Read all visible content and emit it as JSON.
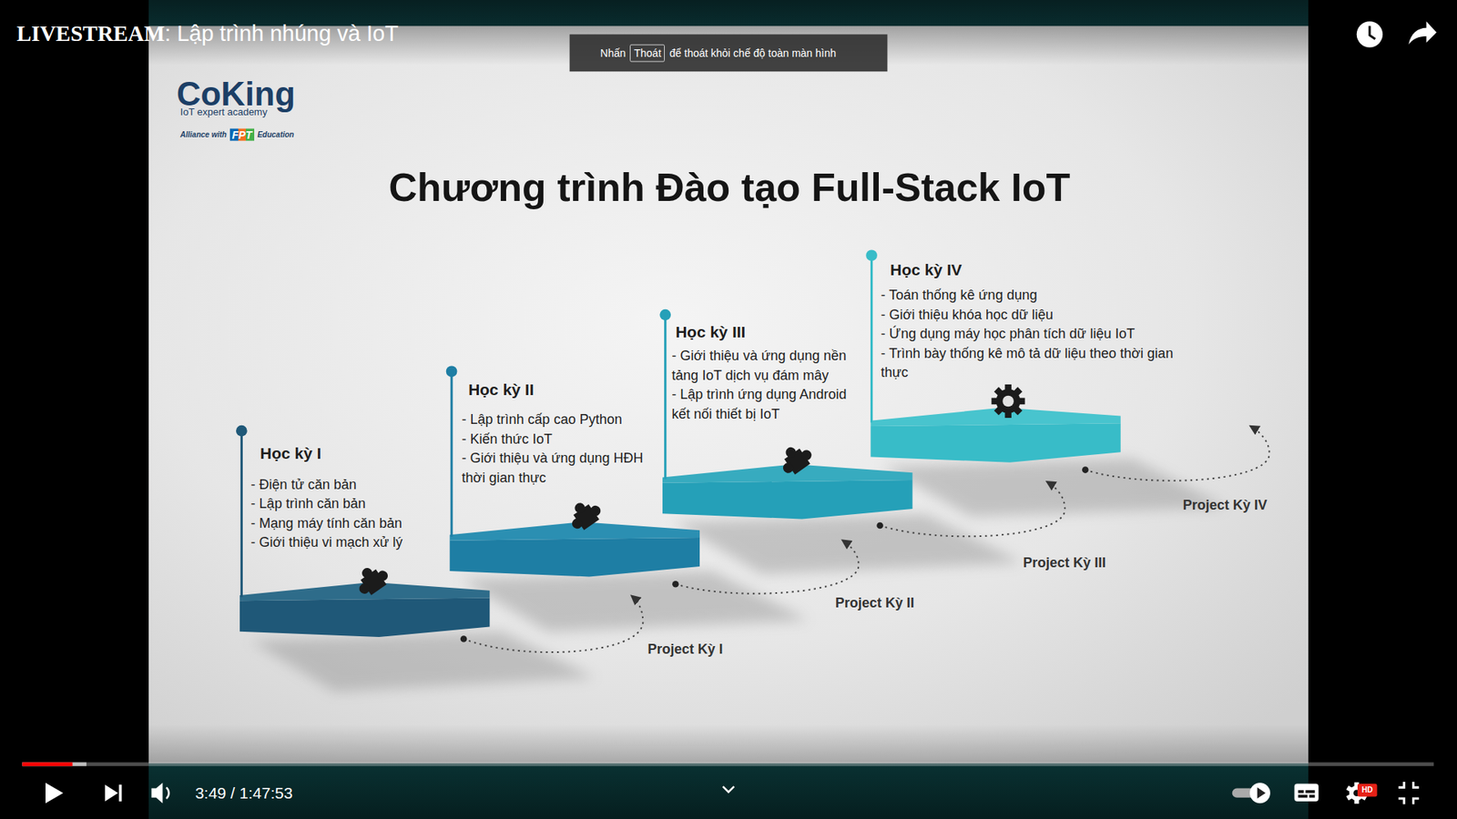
{
  "diagram": {
    "title": "Chương trình Đào tạo Full-Stack IoT",
    "nodes": [
      {
        "text": [
          "Học kỳ I",
          "- Điện tử căn bản",
          "- Lập trình căn bản",
          "- Mạng máy tính căn bản",
          "- Giới thiệu vi mạch xử lý"
        ]
      },
      {
        "text": [
          "Học kỳ II",
          "- Lập trình cấp cao Python",
          "- Kiến thức IoT",
          "- Giới thiệu và ứng dụng HĐH thời gian thực"
        ]
      },
      {
        "text": [
          "Học kỳ III",
          "- Giới thiệu và ứng dụng nền tảng IoT dịch vụ đám mây",
          "- Lập trình ứng dụng Android kết nối thiết bị IoT"
        ]
      },
      {
        "text": [
          "Học kỳ IV",
          "- Toán thống kê ứng dụng",
          "- Giới thiệu khóa học dữ liệu",
          "- Ứng dụng máy học phân tích dữ liệu IoT",
          "- Trình bày thống kê mô tả dữ liệu theo thời gian thực"
        ]
      }
    ],
    "labels": [
      "LIVESTREAM",
      ": Lập trình nhúng và IoT",
      "Nhấn",
      "Thoát",
      "để thoát khỏi chế độ toàn màn hình",
      "CoKing",
      "IoT expert academy",
      "Alliance with",
      "FPT",
      "Education",
      "Project Kỳ I",
      "Project Kỳ II",
      "Project Kỳ III",
      "Project Kỳ IV",
      "3:49 / 1:47:53",
      "HD"
    ]
  }
}
